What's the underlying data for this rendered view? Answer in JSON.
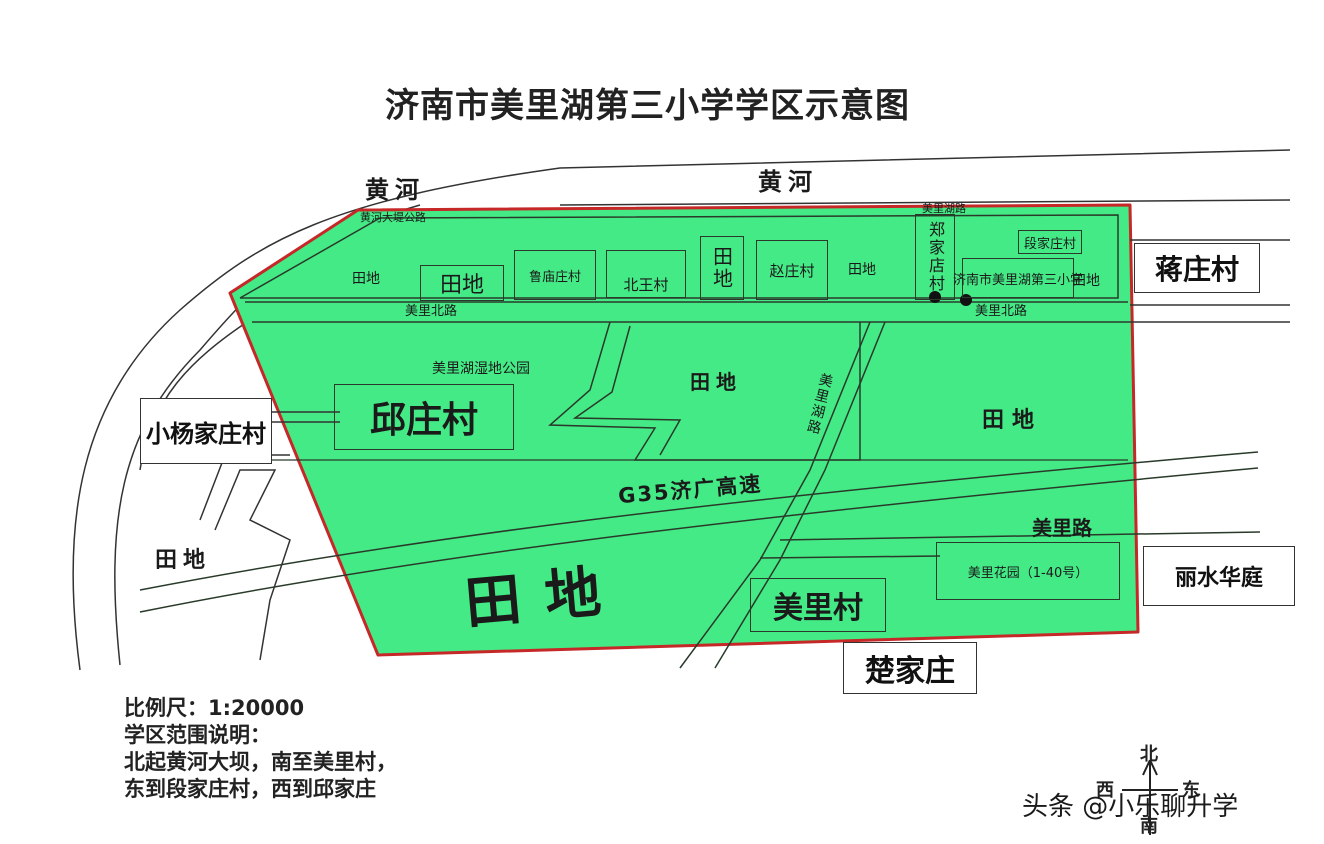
{
  "title": "济南市美里湖第三小学学区示意图",
  "colors": {
    "zone_fill": "#44ea86",
    "boundary": "#c62828",
    "line": "#333333"
  },
  "rivers": {
    "west": "黄河",
    "east": "黄河"
  },
  "dam_label": "黄河大堤公路",
  "top_edge_label": "美里湖路",
  "roads": {
    "meili_north_w": "美里北路",
    "meili_north_e": "美里北路",
    "meili_lake_road": "美里湖路",
    "expressway": "G35济广高速",
    "meili_road": "美里路"
  },
  "park": "美里湖湿地公园",
  "school": "济南市美里湖第三小学",
  "fields": {
    "f_nw_small": "田地",
    "f_north_box": "田地",
    "f_north_vert": "田地",
    "f_north_mid": "田地",
    "f_ne_small": "田地",
    "f_center": "田地",
    "f_east": "田地",
    "f_west_out": "田地",
    "f_south_big": "田地"
  },
  "villages": {
    "lulou": "鲁庙庄村",
    "beiwang": "北王村",
    "zhaozhuang": "赵庄村",
    "zhengjia": "郑家店村",
    "duanjia": "段家庄村",
    "qiuzhuang": "邱庄村",
    "xiaoyang": "小杨家庄村",
    "jiangzhuang": "蒋庄村",
    "meili_garden": "美里花园（1-40号）",
    "lishui": "丽水华庭",
    "meili_village": "美里村",
    "chujia": "楚家庄"
  },
  "notes": {
    "scale": "比例尺：1:20000",
    "range_heading": "学区范围说明：",
    "range_line1": "北起黄河大坝，南至美里村，",
    "range_line2": "东到段家庄村，西到邱家庄"
  },
  "compass": {
    "n": "北",
    "s": "南",
    "e": "东",
    "w": "西"
  },
  "watermark": "头条 @小乐聊升学"
}
